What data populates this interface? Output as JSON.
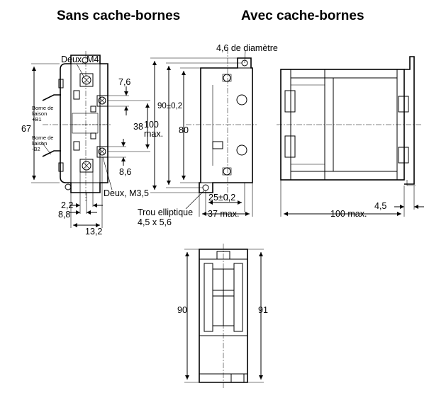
{
  "headers": {
    "without_cover": "Sans cache-bornes",
    "with_cover": "Avec cache-bornes"
  },
  "labels": {
    "deux_m4": "Deux, M4",
    "deux_m35": "Deux, M3,5",
    "borne_b1_line1": "Borne de",
    "borne_b1_line2": "liaison",
    "borne_b1_line3": "+B1",
    "borne_b2_line1": "Borne de",
    "borne_b2_line2": "liaison",
    "borne_b2_line3": "-B2",
    "diametre": "4,6 de diamètre",
    "trou_line1": "Trou elliptique",
    "trou_line2": "4,5 x 5,6"
  },
  "dimensions": {
    "d_67": "67",
    "d_7_6": "7,6",
    "d_38": "38",
    "d_8_6": "8,6",
    "d_2_2": "2,2",
    "d_8_8": "8,8",
    "d_13_2": "13,2",
    "d_100_max_a": "100",
    "d_100_max_b": "max.",
    "d_90_0_2": "90±0,2",
    "d_80": "80",
    "d_25_0_2": "25±0,2",
    "d_37_max": "37 max.",
    "d_4_5": "4,5",
    "d_100_max_side": "100 max.",
    "d_90": "90",
    "d_91": "91"
  }
}
